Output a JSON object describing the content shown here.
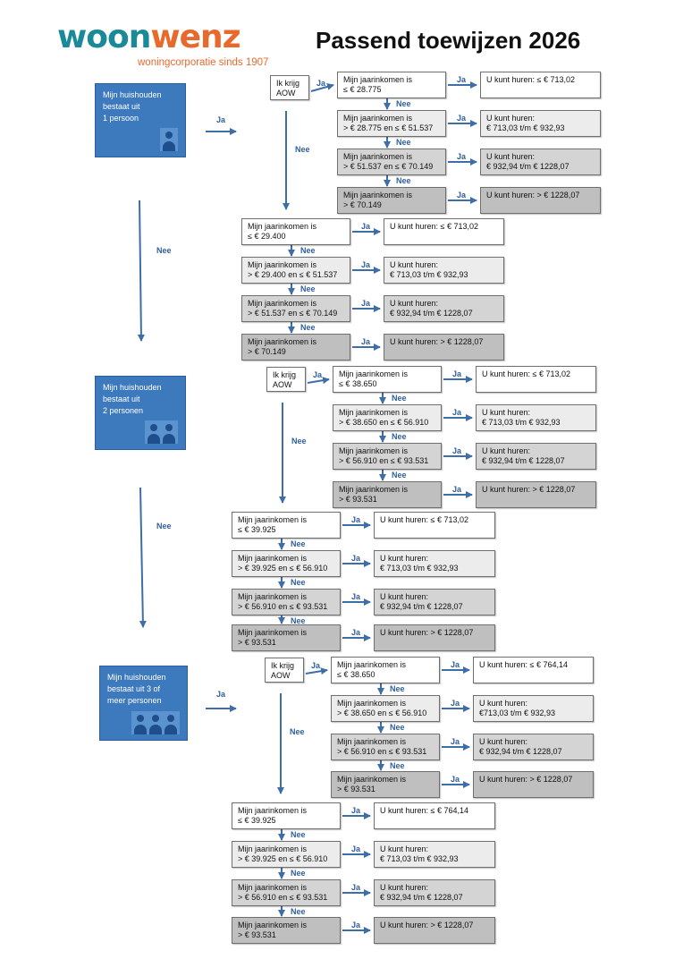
{
  "header": {
    "logo_woon": "woon",
    "logo_wenz": "wenz",
    "logo_sub": "woningcorporatie sinds 1907",
    "title": "Passend toewijzen 2026"
  },
  "labels": {
    "ja": "Ja",
    "nee": "Nee"
  },
  "colors": {
    "arrow": "#3e6ea8",
    "household": "#3d79bd",
    "label": "#2f5f9e"
  },
  "households": [
    {
      "label": "Mijn huishouden\nbestaat uit\n1 persoon",
      "persons": 1
    },
    {
      "label": "Mijn huishouden\nbestaat uit\n2 personen",
      "persons": 2
    },
    {
      "label": "Mijn huishouden\nbestaat uit 3 of\nmeer personen",
      "persons": 3
    }
  ],
  "aow": "Ik krijg\nAOW",
  "groups": [
    {
      "incomes": [
        "Mijn jaarinkomen is\n≤ € 28.775",
        "Mijn jaarinkomen is\n> € 28.775 en ≤ € 51.537",
        "Mijn jaarinkomen is\n> € 51.537 en ≤ € 70.149",
        "Mijn jaarinkomen is\n> € 70.149"
      ],
      "rents": [
        "U kunt huren: ≤ € 713,02",
        "U kunt huren:\n€ 713,03 t/m € 932,93",
        "U kunt huren:\n€ 932,94 t/m € 1228,07",
        "U kunt huren: > € 1228,07"
      ]
    },
    {
      "incomes": [
        "Mijn jaarinkomen is\n≤ € 29.400",
        "Mijn jaarinkomen is\n> € 29.400 en ≤ € 51.537",
        "Mijn jaarinkomen is\n> € 51.537 en ≤ € 70.149",
        "Mijn jaarinkomen is\n> € 70.149"
      ],
      "rents": [
        "U kunt huren: ≤ € 713,02",
        "U kunt huren:\n€ 713,03 t/m € 932,93",
        "U kunt huren:\n€ 932,94 t/m € 1228,07",
        "U kunt huren: > € 1228,07"
      ]
    },
    {
      "incomes": [
        "Mijn jaarinkomen is\n≤ € 38.650",
        "Mijn jaarinkomen is\n> € 38.650 en ≤ € 56.910",
        "Mijn jaarinkomen is\n> € 56.910 en ≤ € 93.531",
        "Mijn jaarinkomen is\n> € 93.531"
      ],
      "rents": [
        "U kunt huren: ≤ € 713,02",
        "U kunt huren:\n€ 713,03 t/m € 932,93",
        "U kunt huren:\n€ 932,94 t/m € 1228,07",
        "U kunt huren: > € 1228,07"
      ]
    },
    {
      "incomes": [
        "Mijn jaarinkomen is\n≤ € 39.925",
        "Mijn jaarinkomen is\n> € 39.925 en ≤ € 56.910",
        "Mijn jaarinkomen is\n> € 56.910 en ≤ € 93.531",
        "Mijn jaarinkomen is\n> € 93.531"
      ],
      "rents": [
        "U kunt huren: ≤ € 713,02",
        "U kunt huren:\n€ 713,03 t/m € 932,93",
        "U kunt huren:\n€ 932,94 t/m € 1228,07",
        "U kunt huren: > € 1228,07"
      ]
    },
    {
      "incomes": [
        "Mijn jaarinkomen is\n≤ € 38.650",
        "Mijn jaarinkomen is\n> € 38.650 en ≤ € 56.910",
        "Mijn jaarinkomen is\n> € 56.910 en ≤ € 93.531",
        "Mijn jaarinkomen is\n> € 93.531"
      ],
      "rents": [
        "U kunt huren: ≤ € 764,14",
        "U kunt huren:\n€713,03 t/m € 932,93",
        "U kunt huren:\n€ 932,94 t/m € 1228,07",
        "U kunt huren: > € 1228,07"
      ]
    },
    {
      "incomes": [
        "Mijn jaarinkomen is\n≤ € 39.925",
        "Mijn jaarinkomen is\n> € 39.925 en ≤ € 56.910",
        "Mijn jaarinkomen is\n> € 56.910 en ≤ € 93.531",
        "Mijn jaarinkomen is\n> € 93.531"
      ],
      "rents": [
        "U kunt huren: ≤ € 764,14",
        "U kunt huren:\n€ 713,03 t/m € 932,93",
        "U kunt huren:\n€ 932,94 t/m € 1228,07",
        "U kunt huren: > € 1228,07"
      ]
    }
  ]
}
